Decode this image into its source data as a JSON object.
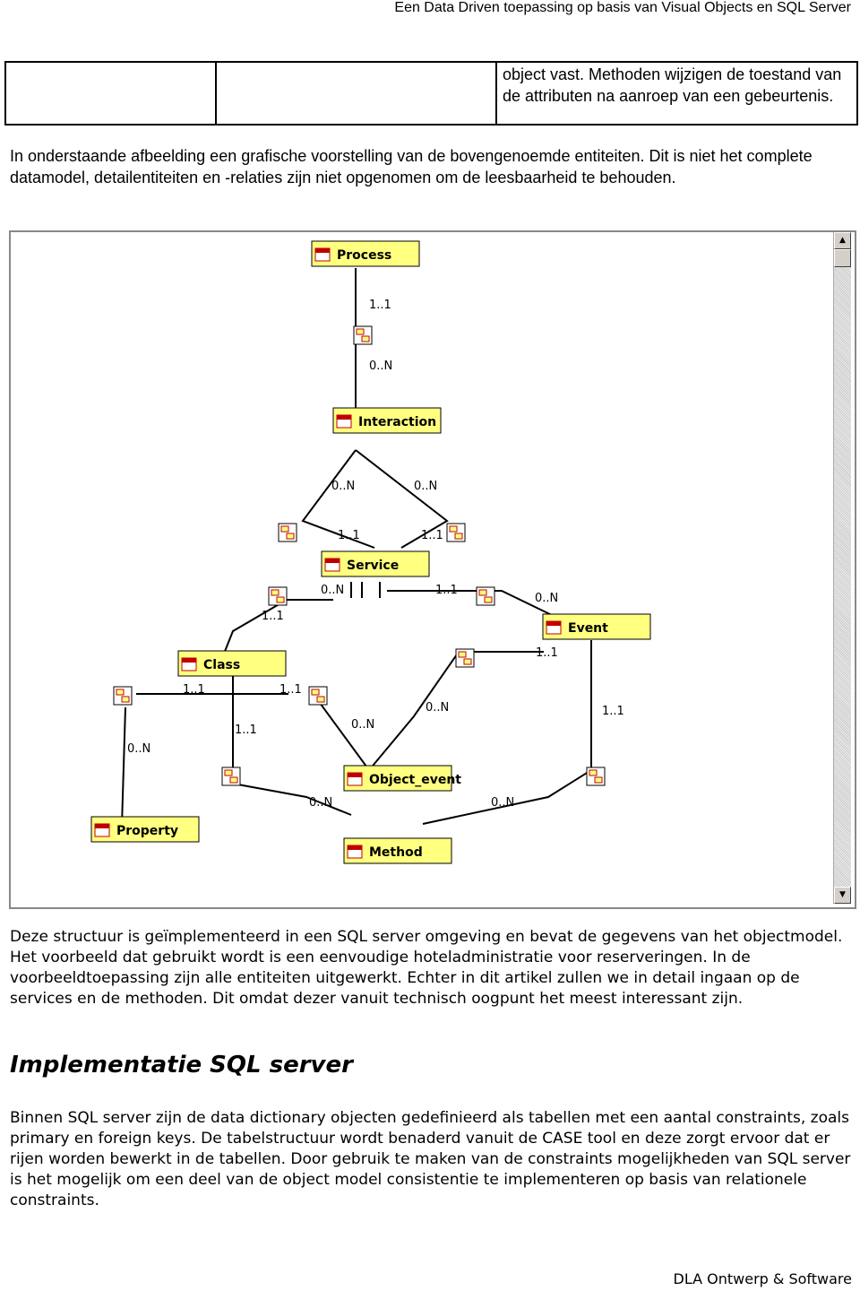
{
  "header": {
    "title": "Een Data Driven toepassing op basis van Visual Objects en SQL Server"
  },
  "table_fragment": {
    "text": "object vast. Methoden wijzigen de toestand van de attributen na aanroep van een gebeurtenis."
  },
  "intro_paragraph": "In onderstaande afbeelding een grafische voorstelling van de bovengenoemde entiteiten. Dit is niet het complete datamodel, detailentiteiten en -relaties zijn niet opgenomen om de leesbaarheid te behouden.",
  "diagram": {
    "entities": {
      "process": "Process",
      "interaction": "Interaction",
      "service": "Service",
      "event": "Event",
      "class": "Class",
      "property": "Property",
      "object_event": "Object_event",
      "method": "Method"
    },
    "cardinalities": {
      "c1": "1..1",
      "c2": "0..N",
      "c3": "0..N",
      "c4": "0..N",
      "c5": "1..1",
      "c6": "1..1",
      "c7": "0..N",
      "c8": "1..1",
      "c9": "0..N",
      "c10": "1..1",
      "c11": "1..1",
      "c12": "1..1",
      "c13": "1..1",
      "c14": "0..N",
      "c15": "1..1",
      "c16": "0..N",
      "c17": "0..N",
      "c18": "1..1",
      "c19": "0..N",
      "c20": "0..N"
    }
  },
  "structure_paragraph": "Deze structuur is geïmplementeerd in een SQL server omgeving en bevat de gegevens van het objectmodel. Het voorbeeld dat gebruikt wordt is een eenvoudige hoteladministratie voor reserveringen. In de voorbeeldtoepassing zijn alle entiteiten uitgewerkt. Echter in dit artikel zullen we in detail ingaan op de services en de methoden. Dit omdat dezer vanuit technisch oogpunt het meest interessant zijn.",
  "section_heading": "Implementatie SQL server",
  "section_paragraph": "Binnen SQL server zijn de data dictionary objecten gedefinieerd als tabellen met een aantal constraints, zoals primary en foreign keys. De tabelstructuur wordt benaderd vanuit de CASE tool en deze zorgt ervoor dat er rijen worden bewerkt in de tabellen. Door gebruik te maken van de constraints mogelijkheden van SQL server is het mogelijk om een deel van de object model  consistentie te implementeren op basis van relationele constraints.",
  "footer": {
    "text": "DLA Ontwerp & Software"
  },
  "colors": {
    "entity_fill": "#ffff80",
    "icon_red": "#c00000",
    "line": "#000000"
  }
}
